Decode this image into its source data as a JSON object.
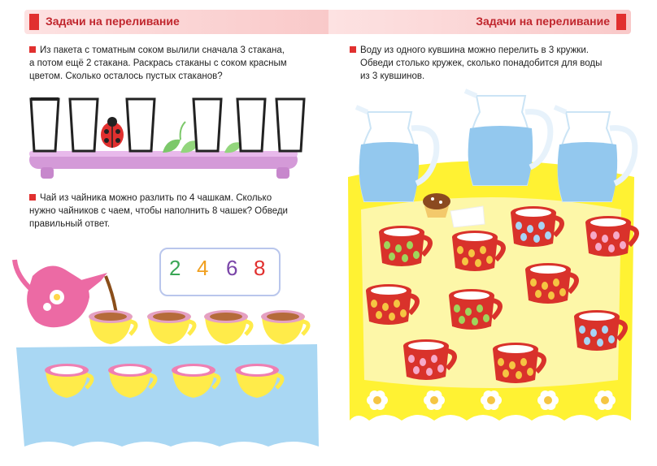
{
  "left_page": {
    "header": {
      "title": "Задачи на переливание"
    },
    "task1": {
      "lines": [
        "Из пакета с томатным соком вылили сначала 3 стакана,",
        "а потом ещё 2 стакана. Раскрась стаканы с соком красным",
        "цветом. Сколько осталось пустых стаканов?"
      ]
    },
    "task2": {
      "lines": [
        "Чай из чайника можно разлить по 4 чашкам. Сколько",
        "нужно чайников с чаем, чтобы наполнить 8 чашек? Обведи",
        "правильный ответ."
      ]
    },
    "answers": [
      {
        "value": "2",
        "color": "#3aa655"
      },
      {
        "value": "4",
        "color": "#f0a020"
      },
      {
        "value": "6",
        "color": "#7a45a8"
      },
      {
        "value": "8",
        "color": "#e1302f"
      }
    ]
  },
  "right_page": {
    "header": {
      "title": "Задачи на переливание"
    },
    "task": {
      "lines": [
        "Воду из одного кувшина можно перелить в 3 кружки.",
        "Обведи столько кружек, сколько понадобится для воды",
        "из 3 кувшинов."
      ]
    }
  },
  "colors": {
    "accent_red": "#e1302f",
    "header_pink": "#fde2e2",
    "tablecloth_blue": "#a9d7f3",
    "tablecloth_yellow": "#fff233",
    "shelf_purple": "#d49ad8",
    "cup_red": "#d9322b"
  },
  "icons": [
    "glass-icon",
    "ladybug-icon",
    "leaf-icon",
    "teapot-icon",
    "teacup-icon",
    "jug-icon",
    "mug-icon",
    "muffin-icon",
    "flower-icon"
  ]
}
